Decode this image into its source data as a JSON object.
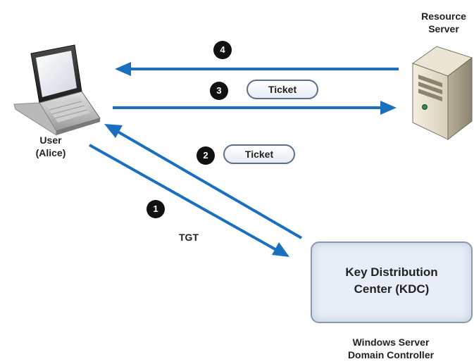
{
  "user": {
    "line1": "User",
    "line2": "(Alice)"
  },
  "resource_server": {
    "line1": "Resource",
    "line2": "Server"
  },
  "kdc": {
    "line1": "Key Distribution",
    "line2": "Center (KDC)"
  },
  "domain_controller": {
    "line1": "Windows Server",
    "line2": "Domain Controller"
  },
  "steps": {
    "s1": "1",
    "s2": "2",
    "s3": "3",
    "s4": "4"
  },
  "pills": {
    "p2": "Ticket",
    "p3": "Ticket"
  },
  "tgt_label": "TGT",
  "colors": {
    "arrow": "#1a6fbf",
    "kdc_fill": "#e8eef8",
    "kdc_border": "#8a98ad"
  },
  "icons": {
    "user_device": "laptop-icon",
    "server_device": "server-icon"
  }
}
